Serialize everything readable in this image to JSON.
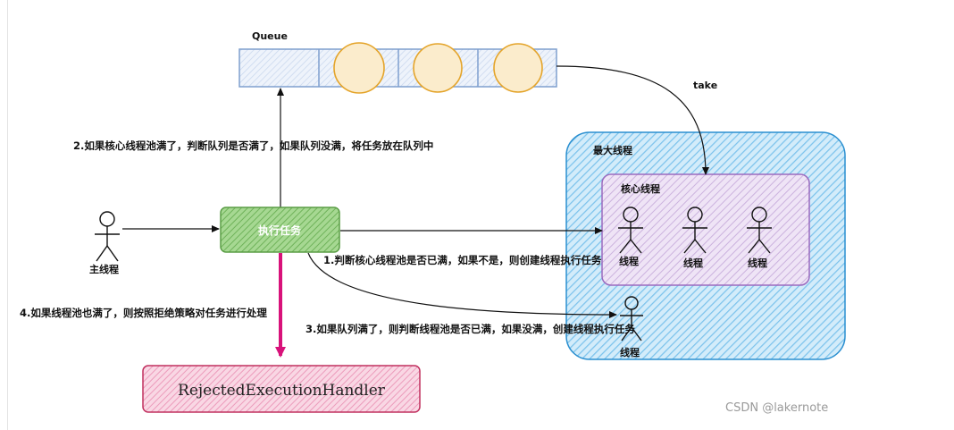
{
  "queue": {
    "label": "Queue"
  },
  "take_label": "take",
  "max_threads": {
    "label": "最大线程",
    "fill": "#bfe4f7",
    "stroke": "#2a8fd0"
  },
  "core_threads": {
    "label": "核心线程",
    "fill": "#e8d7f1",
    "stroke": "#9b6bbf"
  },
  "thread_label": "线程",
  "main_thread_label": "主线程",
  "task_box": {
    "label": "执行任务",
    "fill": "#8fcc7a",
    "stroke": "#5a9d45"
  },
  "handler_box": {
    "label": "RejectedExecutionHandler",
    "fill": "#f6c6d8",
    "stroke": "#c1305f"
  },
  "steps": {
    "step1": "1.判断核心线程池是否已满，如果不是，则创建线程执行任务",
    "step2": "2.如果核心线程池满了，判断队列是否满了，如果队列没满，将任务放在队列中",
    "step3": "3.如果队列满了，则判断线程池是否已满，如果没满，创建线程执行任务",
    "step4": "4.如果线程池也满了，则按照拒绝策略对任务进行处理"
  },
  "watermark": "CSDN @lakernote",
  "colors": {
    "queue_fill": "#dce8f7",
    "queue_stroke": "#7f9fce",
    "circle_stroke": "#e4a42a",
    "circle_fill": "#fbe8b8",
    "reject_arrow": "#d8127a"
  }
}
